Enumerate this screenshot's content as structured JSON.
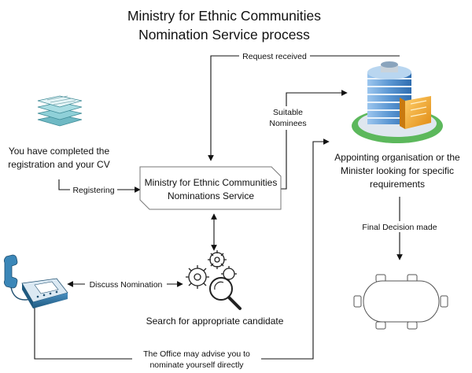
{
  "title": {
    "line1": "Ministry for Ethnic Communities",
    "line2": "Nomination Service process"
  },
  "nodes": {
    "candidate": {
      "line1": "You have completed the",
      "line2": "registration and your CV",
      "icon": "documents-icon"
    },
    "service": {
      "line1": "Ministry for Ethnic Communities",
      "line2": "Nominations Service"
    },
    "appointing": {
      "line1": "Appointing organisation or the",
      "line2": "Minister looking for specific",
      "line3": "requirements",
      "icon": "office-building-icon"
    },
    "search": {
      "label": "Search for appropriate candidate",
      "icon": "gears-magnifier-icon"
    },
    "phone": {
      "icon": "telephone-icon"
    },
    "meeting": {
      "icon": "meeting-table-icon"
    }
  },
  "edges": {
    "registering": "Registering",
    "request_received": "Request received",
    "suitable_line1": "Suitable",
    "suitable_line2": "Nominees",
    "final_decision": "Final Decision made",
    "discuss": "Discuss Nomination",
    "advise_line1": "The Office may advise you to",
    "advise_line2": "nominate yourself directly"
  },
  "colors": {
    "building_glass": "#6fa8dc",
    "building_orange": "#f5a623",
    "lawn_green": "#5cb85c",
    "phone_blue": "#2e6f95",
    "docs_teal": "#8fd0d8"
  }
}
